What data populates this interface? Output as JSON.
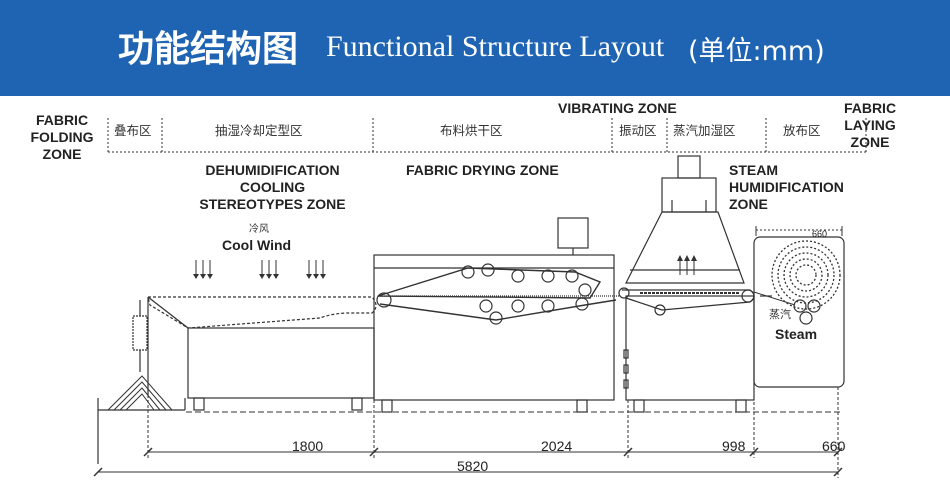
{
  "header": {
    "title_cn": "功能结构图",
    "title_en": "Functional Structure Layout",
    "title_unit": "(单位:mm)",
    "bg_color": "#1f63b3"
  },
  "zones_top": {
    "fabric_folding": [
      "FABRIC",
      "FOLDING",
      "ZONE"
    ],
    "vibrating": "VIBRATING ZONE",
    "fabric_laying": [
      "FABRIC",
      "LAYING",
      "ZONE"
    ]
  },
  "zones_cn": {
    "folding": "叠布区",
    "cooling": "抽湿冷却定型区",
    "drying": "布料烘干区",
    "vibrating": "振动区",
    "steam": "蒸汽加湿区",
    "laying": "放布区"
  },
  "zones_mid": {
    "dehumidification": [
      "DEHUMIDIFICATION",
      "COOLING",
      "STEREOTYPES ZONE"
    ],
    "drying": "FABRIC DRYING ZONE",
    "steam": [
      "STEAM",
      "HUMIDIFICATION",
      "ZONE"
    ]
  },
  "cool_wind": {
    "cn": "冷风",
    "en": "Cool Wind"
  },
  "steam_label": {
    "cn": "蒸汽",
    "en": "Steam"
  },
  "dimensions": {
    "cooling": "1800",
    "drying": "2024",
    "steam": "998",
    "laying": "660",
    "laying_top": "660",
    "total": "5820"
  }
}
